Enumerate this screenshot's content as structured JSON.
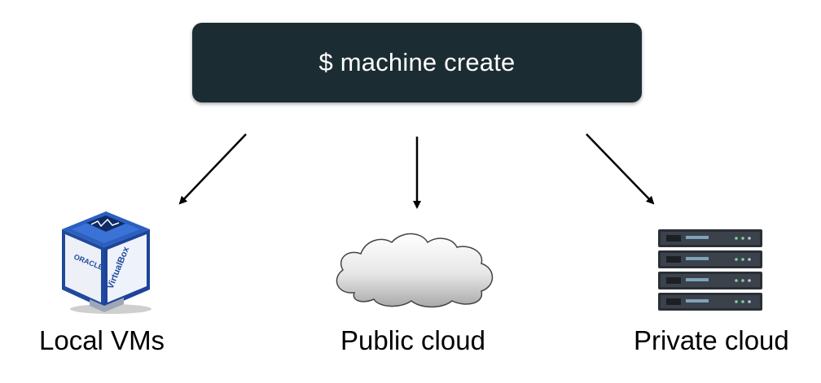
{
  "command": {
    "text": "$ machine create"
  },
  "targets": [
    {
      "label": "Local VMs",
      "icon": "virtualbox-icon",
      "logo_text": [
        "ORACLE",
        "VirtualBox"
      ]
    },
    {
      "label": "Public cloud",
      "icon": "cloud-icon"
    },
    {
      "label": "Private cloud",
      "icon": "server-rack-icon"
    }
  ],
  "colors": {
    "command_box": "#1c2c33",
    "command_text": "#ffffff",
    "arrow": "#000000",
    "label": "#000000"
  }
}
